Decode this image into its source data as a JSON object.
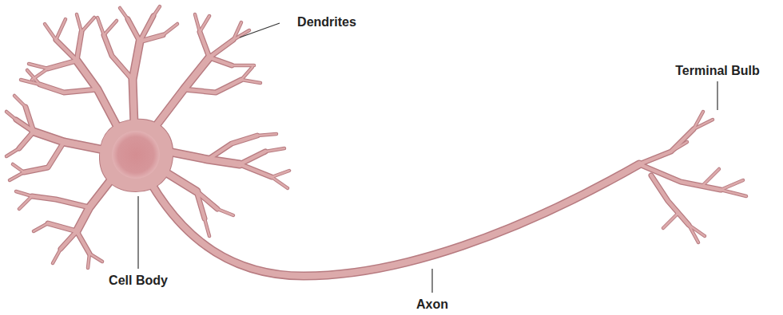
{
  "diagram": {
    "labels": [
      "Dendrites",
      "Terminal Bulb",
      "Cell Body",
      "Axon"
    ]
  }
}
